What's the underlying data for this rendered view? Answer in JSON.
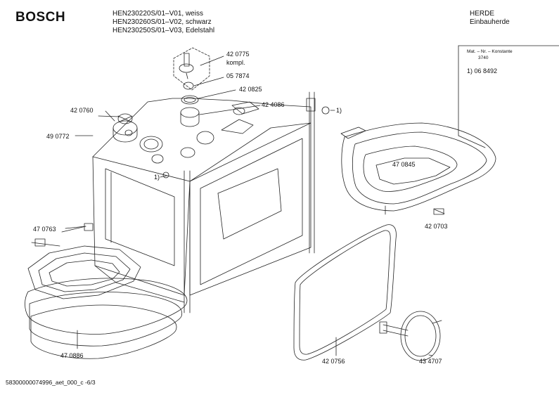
{
  "header": {
    "brand": "BOSCH",
    "models": [
      "HEN230220S/01–V01, weiss",
      "HEN230260S/01–V02, schwarz",
      "HEN230250S/01–V03, Edelstahl"
    ],
    "category_line1": "HERDE",
    "category_line2": "Einbauherde"
  },
  "info_box": {
    "title": "Mat. – Nr. – Konstante",
    "konstante": "3740",
    "note": "1)  06 8492"
  },
  "parts": {
    "p420775": "42 0775",
    "p420775_sub": "kompl.",
    "p057874": "05 7874",
    "p420825": "42 0825",
    "p424086": "42 4086",
    "p420760": "42 0760",
    "p490772": "49 0772",
    "p470763": "47 0763",
    "p470886": "47 0886",
    "p470845": "47 0845",
    "p420703": "42 0703",
    "p420756": "42 0756",
    "p434707": "43 4707",
    "note_ref": "1)"
  },
  "footer": "58300000074996_aet_000_c  -6/3"
}
